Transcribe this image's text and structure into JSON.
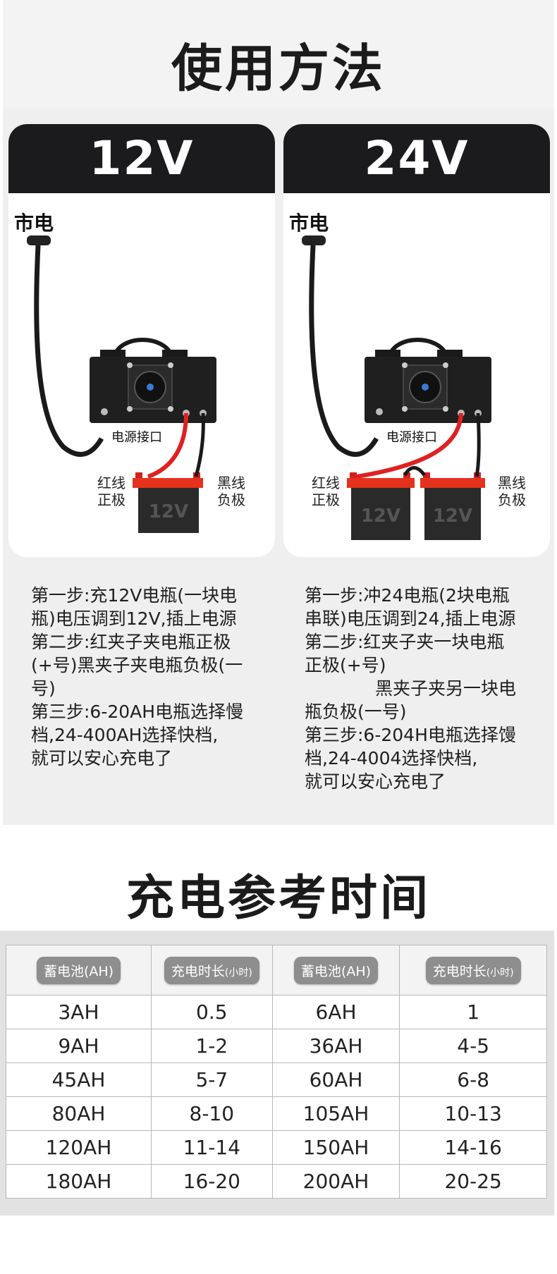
{
  "usage": {
    "title": "使用方法",
    "cards": [
      {
        "voltage": "12V",
        "mains_label": "市电",
        "power_port_label": "电源接口",
        "red_label_1": "红线",
        "red_label_2": "正极",
        "black_label_1": "黑线",
        "black_label_2": "负极",
        "battery_label": "12V",
        "steps": "第一步:充12V电瓶(一块电\n瓶)电压调到12V,插上电源\n第二步:红夹子夹电瓶正极\n(+号)黑夹子夹电瓶负极(一\n号)\n第三步:6-20AH电瓶选择慢\n档,24-400AH选择快档,\n就可以安心充电了"
      },
      {
        "voltage": "24V",
        "mains_label": "市电",
        "power_port_label": "电源接口",
        "red_label_1": "红线",
        "red_label_2": "正极",
        "black_label_1": "黑线",
        "black_label_2": "负极",
        "battery_label": "12V",
        "steps": "第一步:冲24电瓶(2块电瓶\n串联)电压调到24,插上电源\n第二步:红夹子夹一块电瓶\n正极(+号)\n　　　　黑夹子夹另一块电\n瓶负极(一号)\n第三步:6-204H电瓶选择馒\n档,24-4004选择快档,\n就可以安心充电了"
      }
    ],
    "colors": {
      "header": "#1b1a1c",
      "cable_red": "#e02020",
      "cable_black": "#1a1a1a"
    }
  },
  "charge_time": {
    "title": "充电参考时间",
    "headers": [
      {
        "main": "蓄电池(AH)",
        "small": ""
      },
      {
        "main": "充电时长",
        "small": "(小时)"
      },
      {
        "main": "蓄电池(AH)",
        "small": ""
      },
      {
        "main": "充电时长",
        "small": "(小时)"
      }
    ],
    "rows": [
      [
        "3AH",
        "0.5",
        "6AH",
        "1"
      ],
      [
        "9AH",
        "1-2",
        "36AH",
        "4-5"
      ],
      [
        "45AH",
        "5-7",
        "60AH",
        "6-8"
      ],
      [
        "80AH",
        "8-10",
        "105AH",
        "10-13"
      ],
      [
        "120AH",
        "11-14",
        "150AH",
        "14-16"
      ],
      [
        "180AH",
        "16-20",
        "200AH",
        "20-25"
      ]
    ]
  }
}
